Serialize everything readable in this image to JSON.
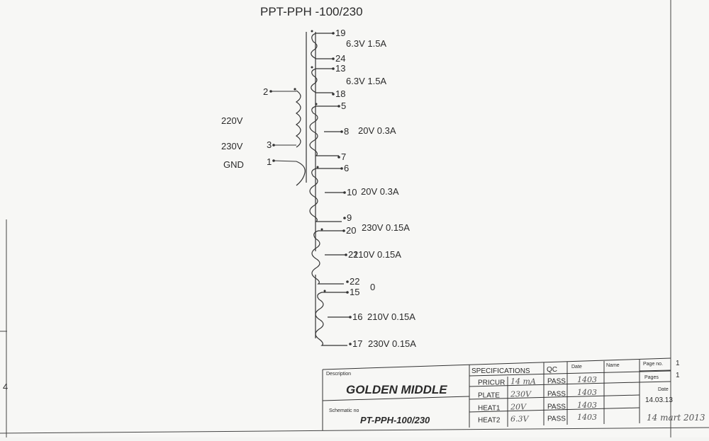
{
  "schematic": {
    "title": "PPT-PPH -100/230",
    "primary": {
      "pins": [
        "2",
        "3",
        "1"
      ],
      "labels": [
        "220V",
        "230V",
        "GND"
      ]
    },
    "secondary": [
      {
        "pin": "19",
        "label": "6.3V 1.5A"
      },
      {
        "pin": "24"
      },
      {
        "pin": "13",
        "label": "6.3V 1.5A"
      },
      {
        "pin": "18"
      },
      {
        "pin": "5"
      },
      {
        "pin": "8",
        "label": "20V 0.3A"
      },
      {
        "pin": "7"
      },
      {
        "pin": "6"
      },
      {
        "pin": "10",
        "label": "20V 0.3A"
      },
      {
        "pin": "9"
      },
      {
        "pin": "20",
        "label": "230V 0.15A"
      },
      {
        "pin": "21",
        "label": "210V 0.15A"
      },
      {
        "pin": "22",
        "label": "0"
      },
      {
        "pin": "15"
      },
      {
        "pin": "16",
        "label": "210V 0.15A"
      },
      {
        "pin": "17",
        "label": "230V 0.15A"
      }
    ]
  },
  "margin_number": "4",
  "title_block": {
    "description_label": "Description",
    "description": "GOLDEN MIDDLE",
    "schematic_label": "Schematic no",
    "schematic_no": "PT-PPH-100/230",
    "specifications_header": "SPECIFICATIONS",
    "qc_header": "QC",
    "date_header": "Date",
    "name_header": "Name",
    "rows": [
      {
        "name": "PRICUR",
        "value": "14 mA",
        "qc": "PASS",
        "date": "1403"
      },
      {
        "name": "PLATE",
        "value": "230V",
        "qc": "PASS",
        "date": "1403"
      },
      {
        "name": "HEAT1",
        "value": "20V",
        "qc": "PASS",
        "date": "1403"
      },
      {
        "name": "HEAT2",
        "value": "6.3V",
        "qc": "PASS",
        "date": "1403"
      }
    ],
    "page_no_label": "Page no.",
    "page_no": "1",
    "pages_label": "Pages",
    "pages": "1",
    "date_label": "Date",
    "date": "14.03.13",
    "signature_date": "14 mart 2013"
  }
}
